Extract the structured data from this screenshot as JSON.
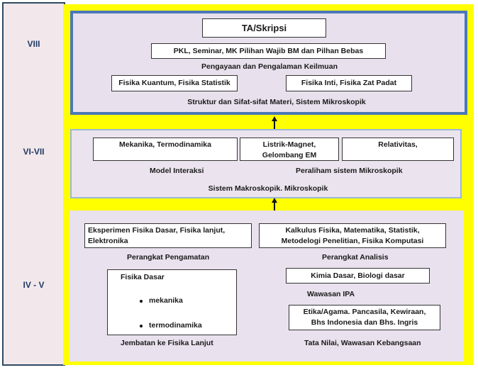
{
  "semesters": {
    "viii": "VIII",
    "vi_vii": "VI-VII",
    "iv_v": "IV - V"
  },
  "top": {
    "title": "TA/Skripsi",
    "pkl": "PKL, Seminar, MK Pilihan Wajib BM dan Pilhan Bebas",
    "pengayaan": "Pengayaan dan Pengalaman Keilmuan",
    "kuantum": "Fisika Kuantum, Fisika Statistik",
    "inti": "Fisika Inti, Fisika Zat Padat",
    "struktur": "Struktur dan Sifat-sifat Materi, Sistem Mikroskopik"
  },
  "middle": {
    "mekanika": "Mekanika, Termodinamika",
    "listrik_1": "Listrik-Magnet,",
    "listrik_2": "Gelombang EM",
    "relativitas": "Relativitas,",
    "model": "Model Interaksi",
    "peralihan": "Peraliham sistem Mikroskopik",
    "sistem": "Sistem Makroskopik. Mikroskopik"
  },
  "bottom": {
    "eksperimen_1": "Eksperimen Fisika Dasar, Fisika lanjut,",
    "eksperimen_2": "Elektronika",
    "kalkulus_1": "Kalkulus Fisika, Matematika,  Statistik,",
    "kalkulus_2": "Metodelogi Penelitian, Fisika Komputasi",
    "perangkat_pengamatan": "Perangkat Pengamatan",
    "perangkat_analisis": "Perangkat Analisis",
    "fisika_dasar": "Fisika Dasar",
    "mekanika": "mekanika",
    "termodinamika": "termodinamika",
    "kimia": "Kimia Dasar, Biologi dasar",
    "wawasan_ipa": "Wawasan IPA",
    "etika_1": "Etika/Agama. Pancasila, Kewiraan,",
    "etika_2": "Bhs Indonesia dan Bhs. Ingris",
    "jembatan": "Jembatan ke Fisika Lanjut",
    "tata_nilai": "Tata Nilai, Wawasan Kebangsaan"
  },
  "colors": {
    "sidebar_border": "#2f4a65",
    "yellow_frame": "#ffff00",
    "top_border": "#4a78b8",
    "middle_border": "#9bb7d4"
  }
}
